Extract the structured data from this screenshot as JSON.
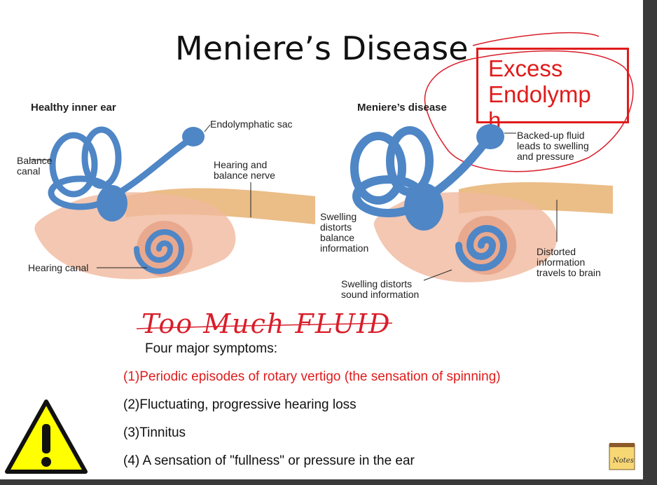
{
  "slide": {
    "title": "Meniere’s Disease",
    "callout": {
      "line1": "Excess",
      "line2": "Endolymp",
      "line3": "h"
    },
    "left_diagram": {
      "heading": "Healthy inner ear",
      "labels": {
        "endolymphatic_sac": "Endolymphatic sac",
        "balance_canal": "Balance\ncanal",
        "nerve": "Hearing and\nbalance nerve",
        "hearing_canal": "Hearing canal"
      }
    },
    "right_diagram": {
      "heading": "Meniere’s disease",
      "labels": {
        "backed_up": "Backed-up fluid\nleads to swelling\nand pressure",
        "swelling_balance": "Swelling\ndistorts\nbalance\ninformation",
        "swelling_sound": "Swelling distorts\nsound information",
        "distorted_info": "Distorted\ninformation\ntravels to brain"
      }
    },
    "handwritten_note": "Too Much FLUID",
    "symptoms_intro": "Four major symptoms:",
    "symptoms": [
      "(1)Periodic episodes of rotary vertigo (the sensation of spinning)",
      "(2)Fluctuating, progressive hearing loss",
      "(3)Tinnitus",
      "(4) A sensation of \"fullness\" or pressure in the ear"
    ],
    "notes_label": "Notes"
  },
  "colors": {
    "accent_red": "#e01b1b",
    "canal_blue": "#4f86c6",
    "tissue_peach": "#f0b99e",
    "nerve_tan": "#e8b272",
    "warning_yellow": "#ffff00"
  },
  "icons": [
    "warning-icon",
    "notes-icon"
  ]
}
